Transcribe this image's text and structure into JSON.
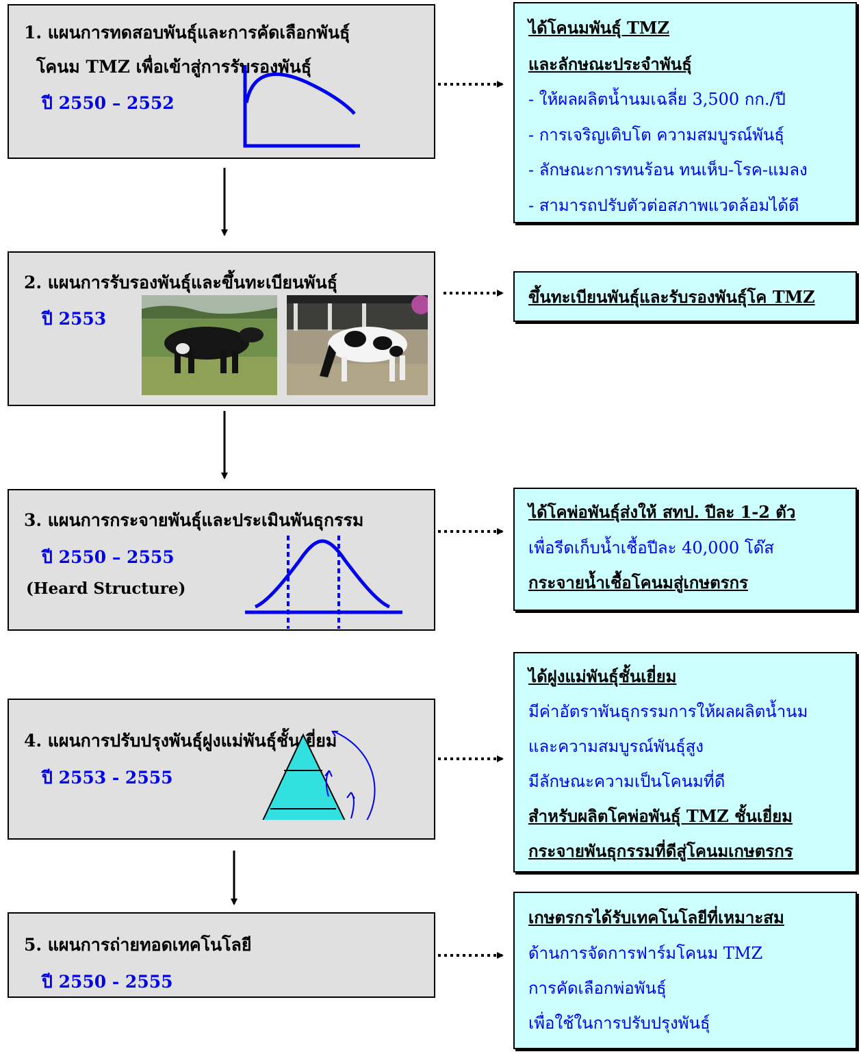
{
  "plans": [
    {
      "title_line1": "1. แผนการทดสอบพันธุ์และการคัดเลือกพันธุ์",
      "title_line2": "โคนม  TMZ  เพื่อเข้าสู่การรับรองพันธุ์",
      "year": "ปี 2550 – 2552"
    },
    {
      "title": "2. แผนการรับรองพันธุ์และขึ้นทะเบียนพันธุ์",
      "year": "ปี  2553"
    },
    {
      "title": "3. แผนการกระจายพันธุ์และประเมินพันธุกรรม",
      "year": "ปี  2550 – 2555",
      "note": "(Heard  Structure)"
    },
    {
      "title": "4. แผนการปรับปรุงพันธุ์ฝูงแม่พันธุ์ชั้นเยี่ยม",
      "year": "ปี  2553 - 2555"
    },
    {
      "title": "5. แผนการถ่ายทอดเทคโนโลยี",
      "year": "ปี  2550 - 2555"
    }
  ],
  "results": [
    {
      "lines": [
        "ได้โคนมพันธุ์  TMZ",
        "และลักษณะประจำพันธุ์",
        "- ให้ผลผลิตน้ำนมเฉลี่ย  3,500 กก./ปี",
        "- การเจริญเติบโต ความสมบูรณ์พันธุ์",
        "- ลักษณะการทนร้อน ทนเห็บ-โรค-แมลง",
        "- สามารถปรับตัวต่อสภาพแวดล้อมได้ดี"
      ]
    },
    {
      "lines": [
        "ขึ้นทะเบียนพันธุ์และรับรองพันธุ์โค TMZ"
      ]
    },
    {
      "lines": [
        "ได้โคพ่อพันธุ์ส่งให้  สทป.  ปีละ 1-2 ตัว",
        "เพื่อรีดเก็บน้ำเชื้อปีละ  40,000  โด๊ส",
        "กระจายน้ำเชื้อโคนมสู่เกษตรกร"
      ]
    },
    {
      "lines": [
        "ได้ฝูงแม่พันธุ์ชั้นเยี่ยม",
        "มีค่าอัตราพันธุกรรมการให้ผลผลิตน้ำนม",
        "และความสมบูรณ์พันธุ์สูง",
        "มีลักษณะความเป็นโคนมที่ดี",
        "สำหรับผลิตโคพ่อพันธุ์  TMZ  ชั้นเยี่ยม",
        "กระจายพันธุกรรมที่ดีสู่โคนมเกษตรกร"
      ]
    },
    {
      "lines": [
        "เกษตรกรได้รับเทคโนโลยีที่เหมาะสม",
        "ด้านการจัดการฟาร์มโคนม TMZ",
        "การคัดเลือกพ่อพันธุ์",
        "เพื่อใช้ในการปรับปรุงพันธุ์"
      ]
    }
  ],
  "colors": {
    "plan_bg": "#e0e0e0",
    "result_bg": "#ccffff",
    "year_text": "#0000ee",
    "figure_line": "#0000ee",
    "pyramid_fill": "#33e0e0"
  }
}
